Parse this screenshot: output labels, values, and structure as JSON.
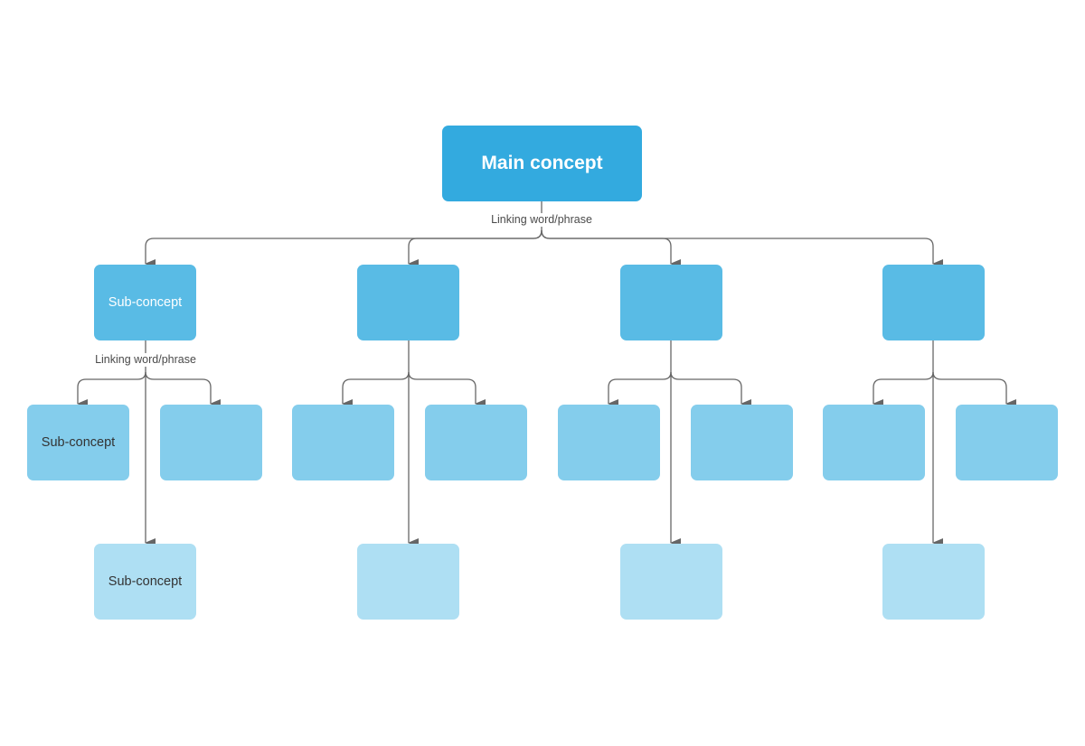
{
  "main_concept": "Main concept",
  "linking_phrase": "Linking word/phrase",
  "colors": {
    "main": "#33aadf",
    "level1": "#59bbe5",
    "level2": "#84cdec",
    "level3": "#aedff3",
    "connector": "#666666"
  },
  "branches": [
    {
      "label": "Sub-concept",
      "link_label": "Linking word/phrase",
      "children": [
        "Sub-concept",
        ""
      ],
      "bottom": "Sub-concept"
    },
    {
      "label": "",
      "link_label": "",
      "children": [
        "",
        ""
      ],
      "bottom": ""
    },
    {
      "label": "",
      "link_label": "",
      "children": [
        "",
        ""
      ],
      "bottom": ""
    },
    {
      "label": "",
      "link_label": "",
      "children": [
        "",
        ""
      ],
      "bottom": ""
    }
  ]
}
